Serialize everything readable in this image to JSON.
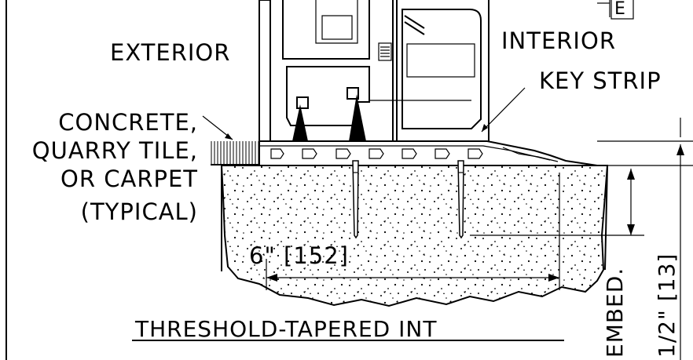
{
  "labels": {
    "exterior": "EXTERIOR",
    "interior": "INTERIOR",
    "key_strip": "KEY STRIP",
    "floor_line1": "CONCRETE,",
    "floor_line2": "QUARRY TILE,",
    "floor_line3": "OR CARPET",
    "floor_line4": "(TYPICAL)",
    "dimension_width": "6\" [152]",
    "title": "THRESHOLD-TAPERED INT",
    "vertical_embed": "EMBED.",
    "vertical_dim": "1/2\" [13]"
  },
  "colors": {
    "ink": "#000000",
    "paper": "#ffffff"
  }
}
